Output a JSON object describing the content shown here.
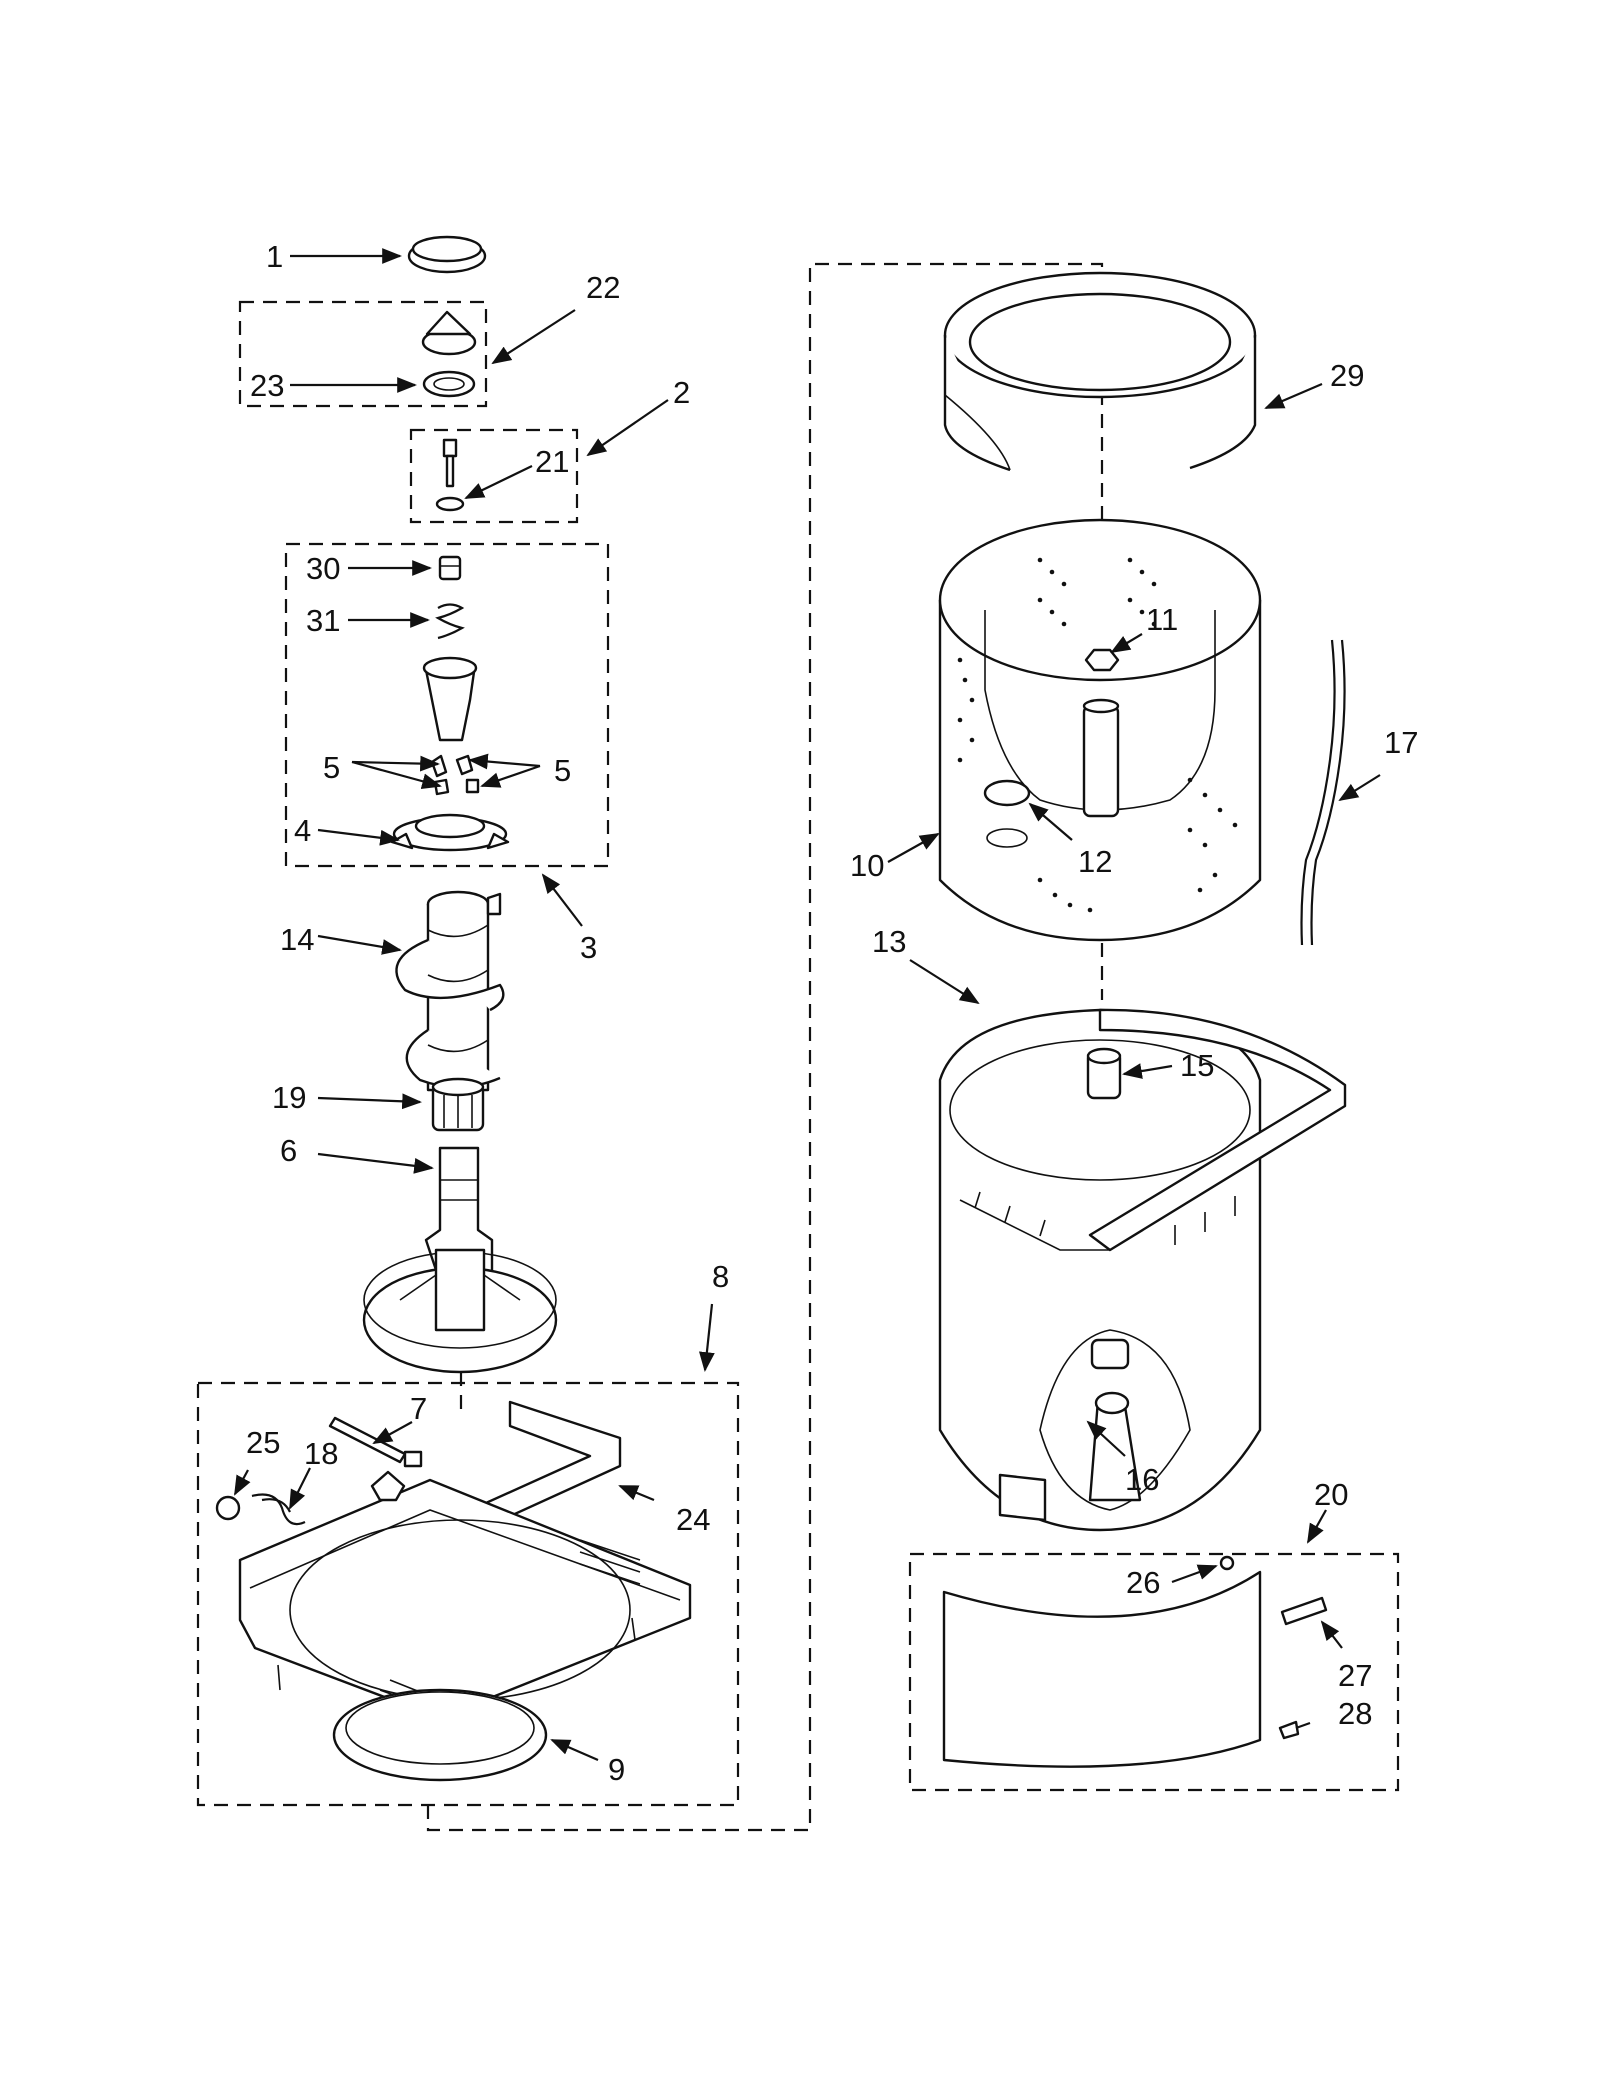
{
  "diagram": {
    "callouts": [
      {
        "id": "c1",
        "text": "1"
      },
      {
        "id": "c2",
        "text": "2"
      },
      {
        "id": "c3",
        "text": "3"
      },
      {
        "id": "c4",
        "text": "4"
      },
      {
        "id": "c5a",
        "text": "5"
      },
      {
        "id": "c5b",
        "text": "5"
      },
      {
        "id": "c6",
        "text": "6"
      },
      {
        "id": "c7",
        "text": "7"
      },
      {
        "id": "c8",
        "text": "8"
      },
      {
        "id": "c9",
        "text": "9"
      },
      {
        "id": "c10",
        "text": "10"
      },
      {
        "id": "c11",
        "text": "11"
      },
      {
        "id": "c12",
        "text": "12"
      },
      {
        "id": "c13",
        "text": "13"
      },
      {
        "id": "c14",
        "text": "14"
      },
      {
        "id": "c15",
        "text": "15"
      },
      {
        "id": "c16",
        "text": "16"
      },
      {
        "id": "c17",
        "text": "17"
      },
      {
        "id": "c18",
        "text": "18"
      },
      {
        "id": "c19",
        "text": "19"
      },
      {
        "id": "c20",
        "text": "20"
      },
      {
        "id": "c21",
        "text": "21"
      },
      {
        "id": "c22",
        "text": "22"
      },
      {
        "id": "c23",
        "text": "23"
      },
      {
        "id": "c24",
        "text": "24"
      },
      {
        "id": "c25",
        "text": "25"
      },
      {
        "id": "c26",
        "text": "26"
      },
      {
        "id": "c27",
        "text": "27"
      },
      {
        "id": "c28",
        "text": "28"
      },
      {
        "id": "c29",
        "text": "29"
      },
      {
        "id": "c30",
        "text": "30"
      },
      {
        "id": "c31",
        "text": "31"
      }
    ]
  }
}
